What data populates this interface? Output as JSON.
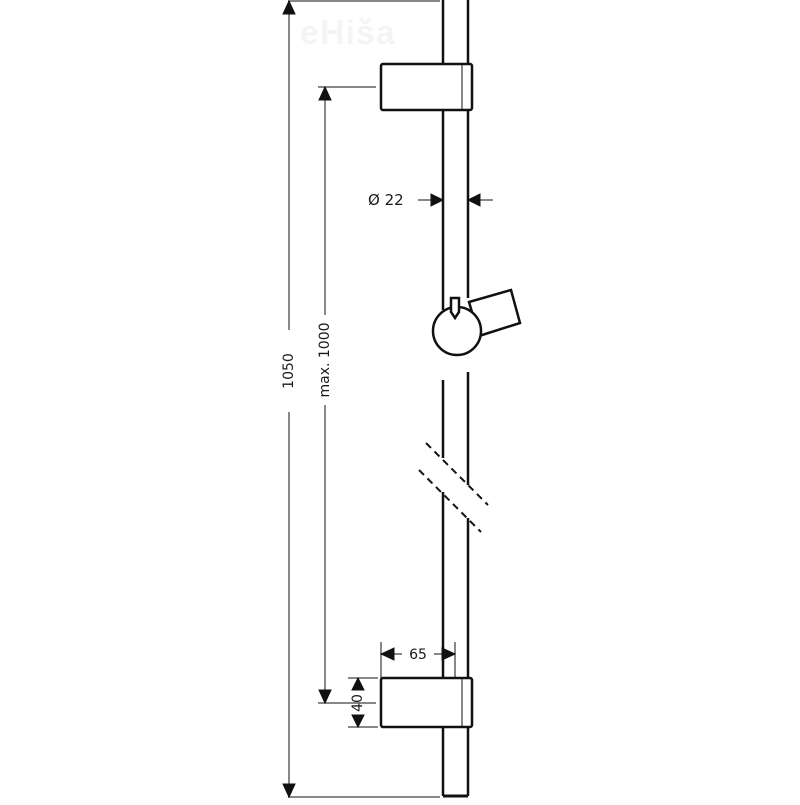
{
  "drawing": {
    "title": "Shower rail technical drawing",
    "watermark": "eHiša",
    "dimensions": {
      "total_length": "1050",
      "max_distance": "max. 1000",
      "rail_diameter": "Ø 22",
      "bracket_depth": "65",
      "bracket_height": "40"
    },
    "components": [
      "rail",
      "top-wall-bracket",
      "bottom-wall-bracket",
      "slider-holder",
      "break-symbol"
    ],
    "colors": {
      "line": "#111111",
      "background": "#ffffff",
      "watermark": "#f4f4f4"
    }
  }
}
